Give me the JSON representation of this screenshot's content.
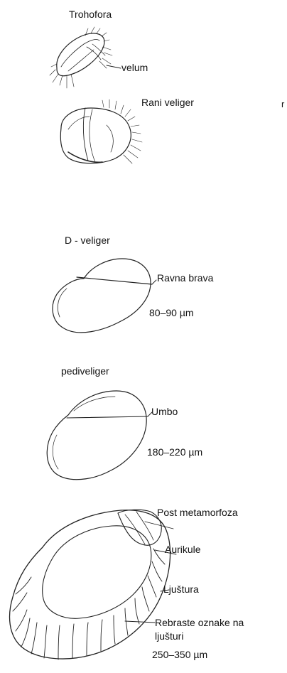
{
  "stages": {
    "trochophore": {
      "title": "Trohofora",
      "label": "velum"
    },
    "early_veliger": {
      "title": "Rani veliger",
      "stray": "r"
    },
    "d_veliger": {
      "title": "D - veliger",
      "hinge": "Ravna brava",
      "size": "80–90 µm"
    },
    "pediveliger": {
      "title": "pediveliger",
      "umbo": "Umbo",
      "size": "180–220 µm"
    },
    "post_metamorphosis": {
      "title": "Post metamorfoza",
      "auricles": "Aurikule",
      "shell": "Ljuštura",
      "ribs_line1": "Rebraste oznake na",
      "ribs_line2": "ljušturi",
      "size": "250–350 µm"
    }
  }
}
